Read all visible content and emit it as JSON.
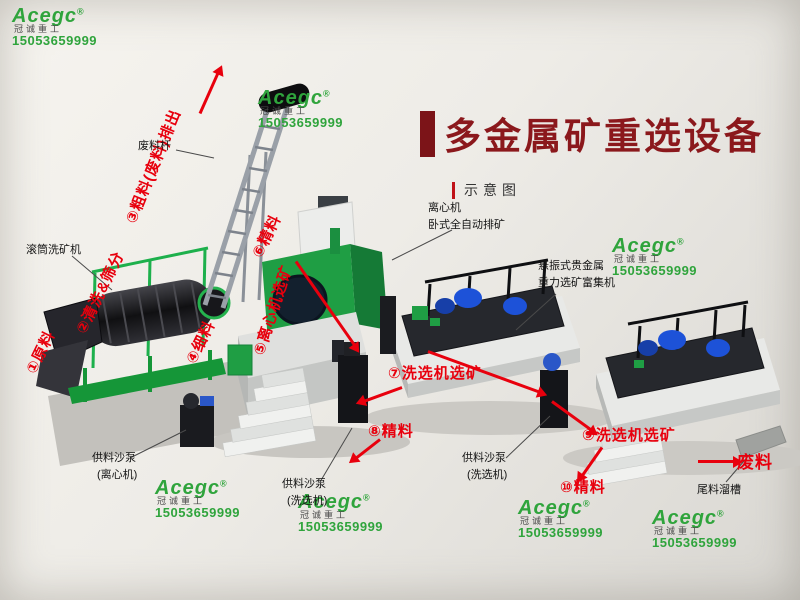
{
  "title": {
    "main": "多金属矿重选设备",
    "subtitle": "示意图"
  },
  "watermark": {
    "brand": "Acegc",
    "reg": "®",
    "company": "冠诚重工",
    "phone": "15053659999"
  },
  "flow": [
    {
      "text": "①原料"
    },
    {
      "text": "②清洗&筛分"
    },
    {
      "text": "③粗料(废料)排出"
    },
    {
      "text": "④细料"
    },
    {
      "text": "⑤离心机选矿"
    },
    {
      "text": "⑥精料"
    },
    {
      "text": "⑦洗选机选矿"
    },
    {
      "text": "⑧精料"
    },
    {
      "text": "⑨洗选机选矿"
    },
    {
      "text": "⑩精料"
    },
    {
      "text": "废料"
    }
  ],
  "equipment": [
    {
      "lines": [
        "废料杆"
      ]
    },
    {
      "lines": [
        "滚筒洗矿机"
      ]
    },
    {
      "lines": [
        "离心机",
        "卧式全自动排矿"
      ]
    },
    {
      "lines": [
        "悬振式贵金属",
        "重力选矿富集机"
      ]
    },
    {
      "lines": [
        "供料沙泵",
        "(离心机)"
      ]
    },
    {
      "lines": [
        "供料沙泵",
        "(洗选机)"
      ]
    },
    {
      "lines": [
        "供料沙泵",
        "(洗选机)"
      ]
    },
    {
      "lines": [
        "尾料溜槽"
      ]
    }
  ],
  "colors": {
    "accent_red": "#e8000d",
    "title_red": "#8b181c",
    "brand_green": "#2fa43c",
    "machine_green": "#1f9e44"
  }
}
